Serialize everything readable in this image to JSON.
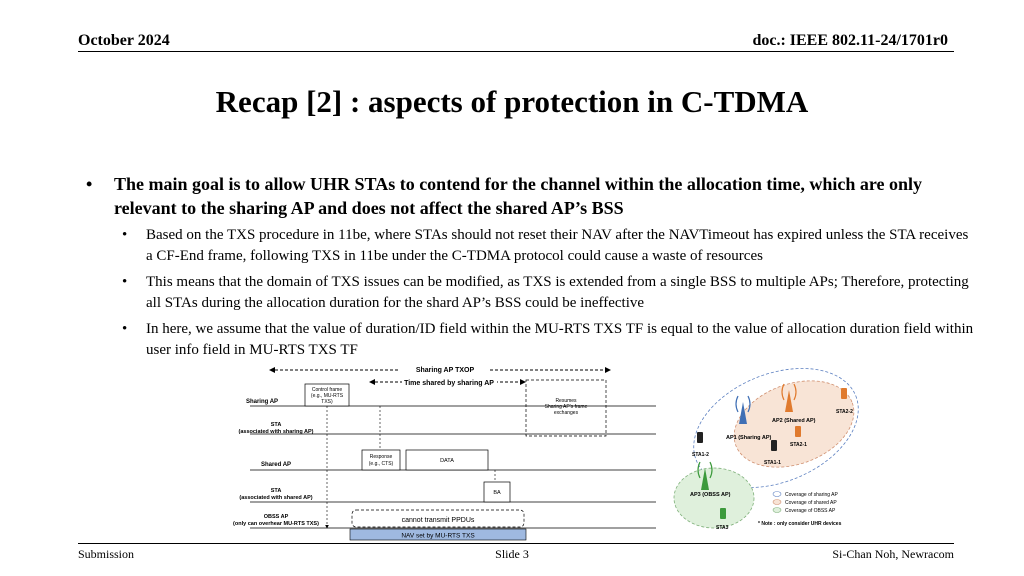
{
  "header": {
    "left": "October 2024",
    "right": "doc.: IEEE 802.11-24/1701r0"
  },
  "title": "Recap [2] : aspects of protection in C-TDMA",
  "bullets": {
    "main": "The main goal is to allow UHR STAs to contend for the channel within the allocation time, which are only relevant to the sharing AP and does not affect the shared AP’s BSS",
    "subs": [
      "Based on the TXS procedure in 11be, where STAs should not reset their NAV after the NAVTimeout has expired unless the STA receives a CF-End frame, following TXS in 11be under the C-TDMA protocol could cause a waste of resources",
      "This means that the domain of TXS issues can be modified, as TXS is extended from a single BSS to multiple APs; Therefore, protecting all STAs during the allocation duration for the shard AP’s BSS could be ineffective",
      "In here, we assume that the value of duration/ID field within the MU-RTS TXS TF is equal to the value of allocation duration field within user info field in MU-RTS TXS TF"
    ]
  },
  "timeline": {
    "txop": "Sharing AP TXOP",
    "time_shared": "Time shared by sharing AP",
    "rows": {
      "sharing_ap": "Sharing AP",
      "sta_sharing_1": "STA",
      "sta_sharing_2": "(associated with sharing AP)",
      "shared_ap": "Shared AP",
      "sta_shared_1": "STA",
      "sta_shared_2": "(associated with shared AP)",
      "obss_1": "OBSS AP",
      "obss_2": "(only can overhear MU-RTS TXS)"
    },
    "control_frame": [
      "Control frame",
      "(e.g., MU-RTS",
      "TXS)"
    ],
    "resumes": [
      "Resumes",
      "Sharing AP’s frame",
      "exchanges"
    ],
    "response": [
      "Response",
      "(e.g., CTS)"
    ],
    "data": "DATA",
    "ba": "BA",
    "cannot": "cannot transmit PPDUs",
    "nav": "NAV set by MU-RTS TXS"
  },
  "coverage": {
    "ap1": "AP1 (Sharing AP)",
    "ap2": "AP2 (Shared AP)",
    "ap3": "AP3 (OBSS AP)",
    "sta12": "STA1-2",
    "sta11": "STA1-1",
    "sta21": "STA2-1",
    "sta22": "STA2-2",
    "sta3": "STA3",
    "legend": [
      "Coverage of sharing AP",
      "Coverage of shared AP",
      "Coverage of OBSS AP"
    ],
    "note": "* Note : only consider UHR devices"
  },
  "colors": {
    "sharing": "#3f6fb5",
    "shared": "#e07a2e",
    "obss": "#3c9a3c",
    "nav": "#9fb9e0"
  },
  "footer": {
    "left": "Submission",
    "middle": "Slide 3",
    "right": "Si-Chan Noh, Newracom"
  }
}
